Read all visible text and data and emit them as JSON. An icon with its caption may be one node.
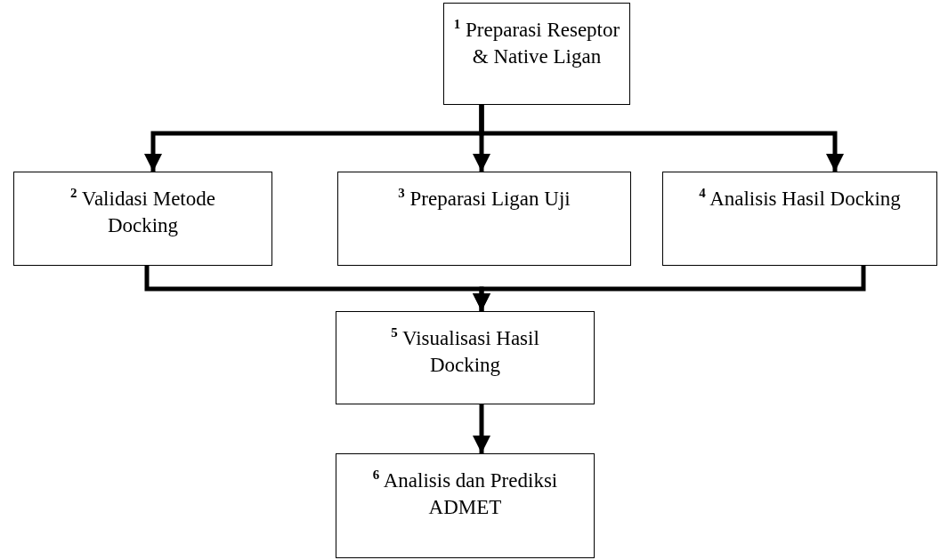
{
  "diagram": {
    "nodes": [
      {
        "text": [
          "$^{1}$ Preparasi Reseptor & Native Ligan"
        ]
      },
      {
        "text": [
          "$^{2}$ Validasi Metode Docking"
        ]
      },
      {
        "text": [
          "$^{3}$ Preparasi Ligan Uji"
        ]
      },
      {
        "text": [
          "$^{4}$ Analisis Hasil Docking"
        ]
      },
      {
        "text": [
          "$^{5}$ Visualisasi Hasil Docking"
        ]
      },
      {
        "text": [
          "$^{6}$ Analisis dan Prediksi ADMET"
        ]
      }
    ],
    "edges": [
      {
        "from": 0,
        "to": 1,
        "arrow": "to"
      },
      {
        "from": 0,
        "to": 2,
        "arrow": "to"
      },
      {
        "from": 0,
        "to": 3,
        "arrow": "to"
      },
      {
        "from": 1,
        "to": 4,
        "arrow": "to"
      },
      {
        "from": 3,
        "to": 4,
        "arrow": "to"
      },
      {
        "from": 4,
        "to": 5,
        "arrow": "to"
      }
    ]
  }
}
